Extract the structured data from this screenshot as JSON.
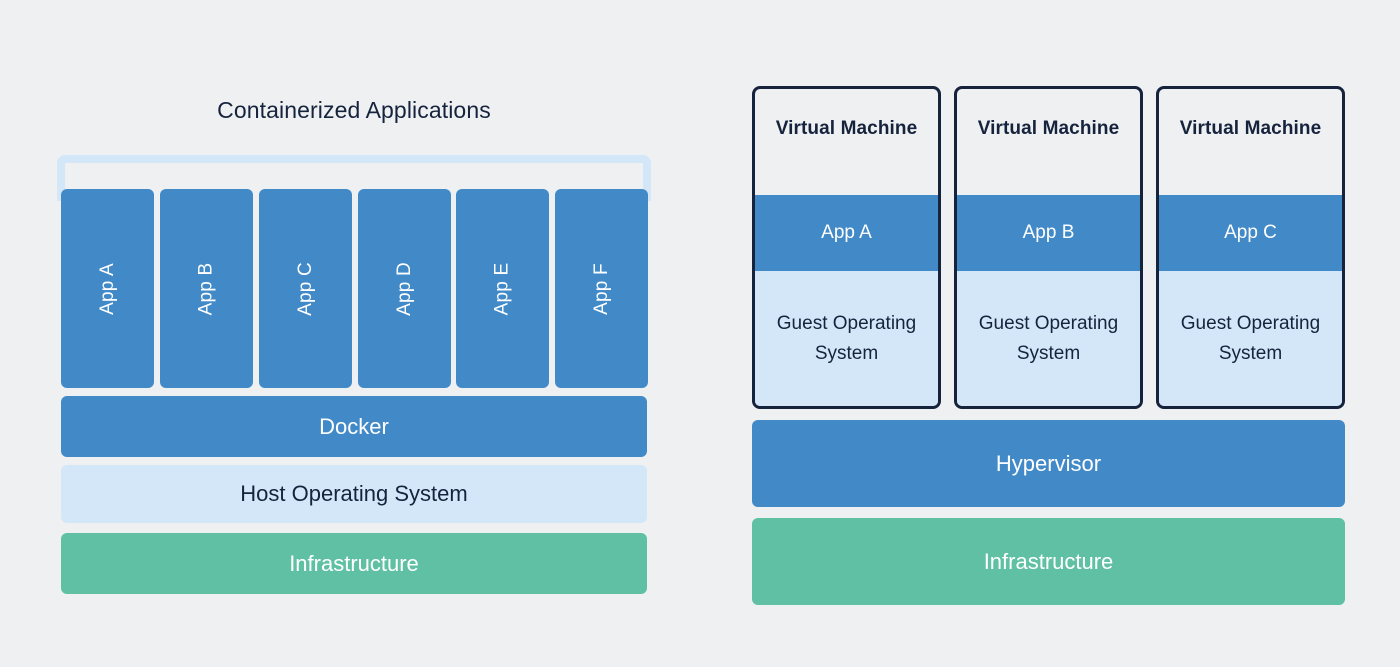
{
  "theme": {
    "background": "#eff0f2",
    "blue": "#4289c8",
    "light_blue": "#d4e7f9",
    "green": "#5fc0a4",
    "navy_text": "#16233d",
    "vm_border": "#16233d"
  },
  "left": {
    "title": "Containerized Applications",
    "apps": [
      {
        "label": "App A"
      },
      {
        "label": "App B"
      },
      {
        "label": "App C"
      },
      {
        "label": "App D"
      },
      {
        "label": "App E"
      },
      {
        "label": "App F"
      }
    ],
    "layers": [
      {
        "key": "docker",
        "label": "Docker"
      },
      {
        "key": "host_os",
        "label": "Host Operating System"
      },
      {
        "key": "infra",
        "label": "Infrastructure"
      }
    ],
    "docker_label": "Docker",
    "host_os_label": "Host Operating System",
    "infrastructure_label": "Infrastructure"
  },
  "right": {
    "vms": [
      {
        "title": "Virtual Machine",
        "app": "App A",
        "guest_os": "Guest Operating System"
      },
      {
        "title": "Virtual Machine",
        "app": "App B",
        "guest_os": "Guest Operating System"
      },
      {
        "title": "Virtual Machine",
        "app": "App C",
        "guest_os": "Guest Operating System"
      }
    ],
    "hypervisor_label": "Hypervisor",
    "infrastructure_label": "Infrastructure"
  }
}
